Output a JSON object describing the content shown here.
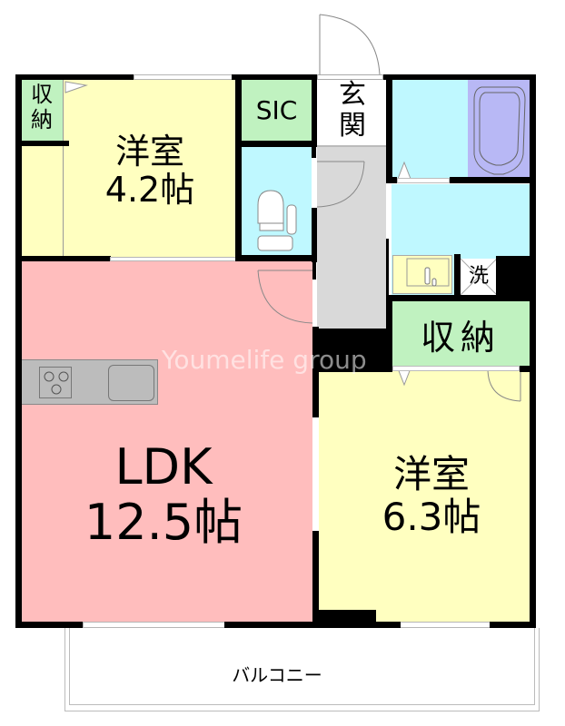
{
  "floorplan": {
    "watermark": "Youmelife group",
    "colors": {
      "western_room": "#ffffc0",
      "ldk": "#ffbdbd",
      "storage": "#c0f2c0",
      "water_area": "#bff8ff",
      "bathtub": "#b8b8f5",
      "hallway": "#d9d9d9",
      "wall": "#000000",
      "background": "#ffffff"
    },
    "rooms": [
      {
        "id": "western-room-1",
        "name": "洋室",
        "size": "4.2帖"
      },
      {
        "id": "western-room-2",
        "name": "洋室",
        "size": "6.3帖"
      },
      {
        "id": "ldk",
        "name": "LDK",
        "size": "12.5帖"
      },
      {
        "id": "storage-1",
        "name": "収納"
      },
      {
        "id": "storage-2",
        "name": "収納"
      },
      {
        "id": "sic",
        "name": "SIC"
      },
      {
        "id": "entrance",
        "name": "玄関"
      },
      {
        "id": "laundry",
        "name": "洗"
      },
      {
        "id": "balcony",
        "name": "バルコニー"
      }
    ]
  }
}
